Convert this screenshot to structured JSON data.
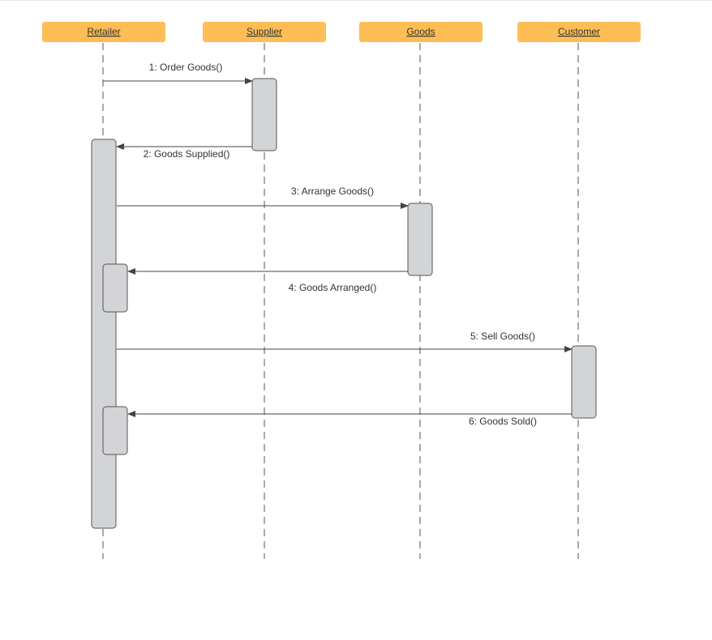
{
  "colors": {
    "header_fill": "#FDBE55",
    "activation_fill": "#D3D4D6",
    "activation_stroke": "#555555",
    "line": "#444444",
    "lifeline": "#555555",
    "text": "#333333"
  },
  "lifelines": [
    {
      "id": "retailer",
      "label": "Retailer"
    },
    {
      "id": "supplier",
      "label": "Supplier"
    },
    {
      "id": "goods",
      "label": "Goods"
    },
    {
      "id": "customer",
      "label": "Customer"
    }
  ],
  "messages": [
    {
      "label": "1: Order Goods()",
      "from": "retailer",
      "to": "supplier"
    },
    {
      "label": "2: Goods Supplied()",
      "from": "supplier",
      "to": "retailer"
    },
    {
      "label": "3: Arrange Goods()",
      "from": "retailer",
      "to": "goods"
    },
    {
      "label": "4: Goods Arranged()",
      "from": "goods",
      "to": "retailer"
    },
    {
      "label": "5: Sell Goods()",
      "from": "retailer",
      "to": "customer"
    },
    {
      "label": "6: Goods Sold()",
      "from": "customer",
      "to": "retailer"
    }
  ]
}
